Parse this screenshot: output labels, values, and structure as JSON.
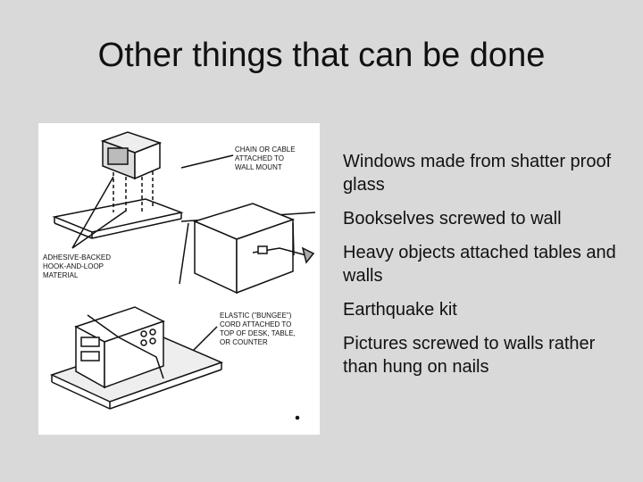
{
  "slide": {
    "title": "Other things that can be done"
  },
  "figure": {
    "labels": {
      "chain_line1": "CHAIN OR CABLE",
      "chain_line2": "ATTACHED TO",
      "chain_line3": "WALL MOUNT",
      "adhesive_line1": "ADHESIVE-BACKED",
      "adhesive_line2": "HOOK-AND-LOOP",
      "adhesive_line3": "MATERIAL",
      "elastic_line1": "ELASTIC (\"BUNGEE\")",
      "elastic_line2": "CORD ATTACHED TO",
      "elastic_line3": "TOP OF DESK, TABLE,",
      "elastic_line4": "OR COUNTER"
    }
  },
  "bullets": [
    "Windows made from shatter proof glass",
    "Bookselves screwed to wall",
    "Heavy objects attached tables and walls",
    "Earthquake kit",
    "Pictures screwed to walls rather than hung on nails"
  ]
}
